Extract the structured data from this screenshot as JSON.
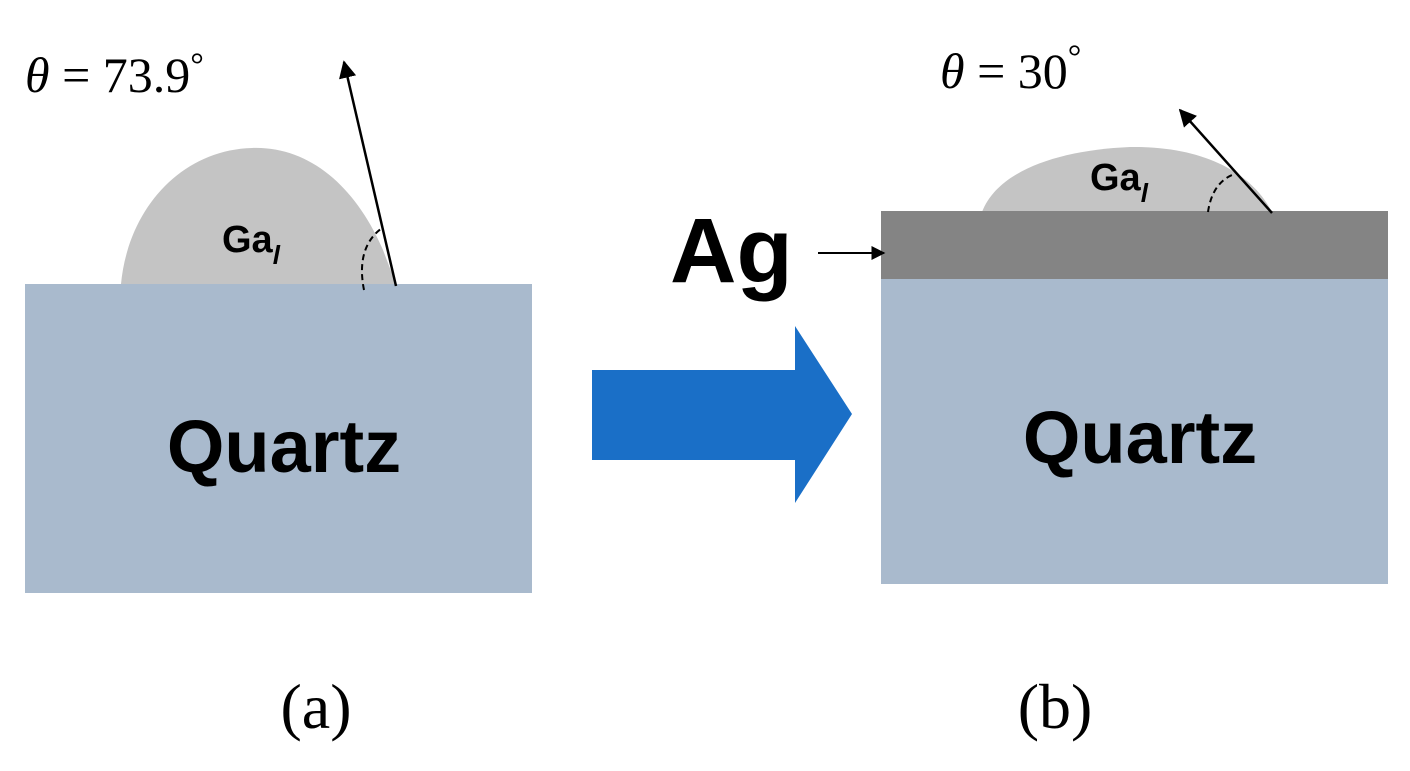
{
  "panel_a": {
    "angle_symbol": "θ",
    "angle_equals": " = 73.9",
    "angle_degree": "°",
    "droplet_label": "Ga",
    "droplet_subscript": "l",
    "substrate_label": "Quartz",
    "caption": "(a)"
  },
  "panel_b": {
    "angle_symbol": "θ",
    "angle_equals": " = 30",
    "angle_degree": "°",
    "droplet_label": "Ga",
    "droplet_subscript": "l",
    "coating_label": "Ag",
    "substrate_label": "Quartz",
    "caption": "(b)"
  },
  "colors": {
    "quartz": "#a9bacd",
    "droplet": "#c4c4c4",
    "silver_layer": "#848484",
    "process_arrow": "#1a6fc7",
    "ink": "#000000"
  }
}
